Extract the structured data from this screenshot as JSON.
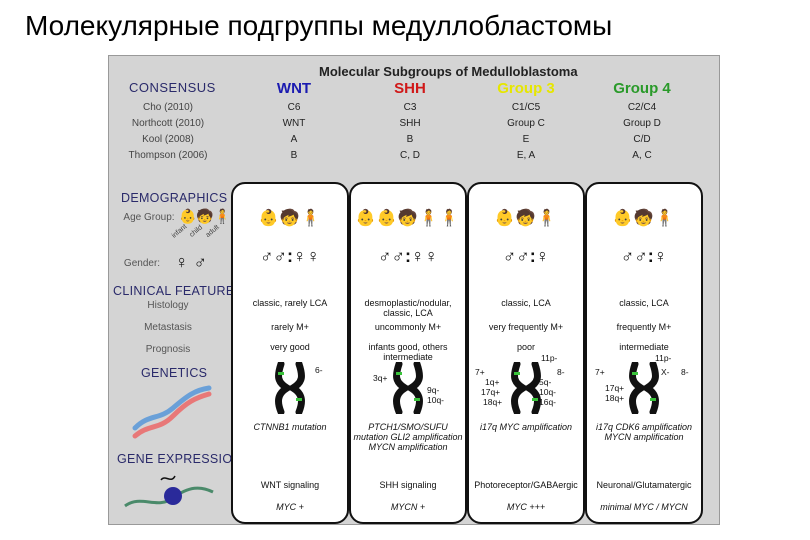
{
  "slide_title": "Молекулярные подгруппы медуллобластомы",
  "figure": {
    "header": "Molecular Subgroups of Medulloblastoma",
    "consensus_label": "CONSENSUS",
    "groups": [
      {
        "name": "WNT",
        "color": "#1a1ab0"
      },
      {
        "name": "SHH",
        "color": "#d01818"
      },
      {
        "name": "Group 3",
        "color": "#e6e600"
      },
      {
        "name": "Group 4",
        "color": "#2a9a2a"
      }
    ],
    "consensus_rows": [
      {
        "label": "Cho (2010)",
        "values": [
          "C6",
          "C3",
          "C1/C5",
          "C2/C4"
        ]
      },
      {
        "label": "Northcott (2010)",
        "values": [
          "WNT",
          "SHH",
          "Group C",
          "Group D"
        ]
      },
      {
        "label": "Kool (2008)",
        "values": [
          "A",
          "B",
          "E",
          "C/D"
        ]
      },
      {
        "label": "Thompson (2006)",
        "values": [
          "B",
          "C, D",
          "E, A",
          "A, C"
        ]
      }
    ],
    "sections": {
      "demographics": "DEMOGRAPHICS",
      "age_group": "Age Group:",
      "age_labels": [
        "infant",
        "child",
        "adult"
      ],
      "gender": "Gender:",
      "clinical": "CLINICAL FEATURES",
      "histology": "Histology",
      "metastasis": "Metastasis",
      "prognosis": "Prognosis",
      "genetics": "GENETICS",
      "expression": "GENE EXPRESSION"
    },
    "gender_legend": "♀ ♂",
    "panels": [
      {
        "age_icons": "👶🧒🧍",
        "gender": "♂♂:♀♀",
        "histology": "classic, rarely LCA",
        "metastasis": "rarely M+",
        "prognosis": "very good",
        "chrom_labels": [
          "6-"
        ],
        "genetics": "CTNNB1 mutation",
        "signaling": "WNT signaling",
        "myc": "MYC +"
      },
      {
        "age_icons": "👶👶🧒🧍🧍",
        "gender": "♂♂:♀♀",
        "histology": "desmoplastic/nodular, classic, LCA",
        "metastasis": "uncommonly M+",
        "prognosis": "infants good, others intermediate",
        "chrom_labels": [
          "3q+",
          "9q-",
          "10q-"
        ],
        "genetics": "PTCH1/SMO/SUFU mutation GLI2 amplification MYCN amplification",
        "signaling": "SHH signaling",
        "myc": "MYCN +"
      },
      {
        "age_icons": "👶🧒🧍",
        "gender": "♂♂:♀",
        "histology": "classic, LCA",
        "metastasis": "very frequently M+",
        "prognosis": "poor",
        "chrom_labels": [
          "11p-",
          "7+",
          "8-",
          "1q+",
          "5q-",
          "17q+",
          "10q-",
          "18q+",
          "16q-"
        ],
        "genetics": "i17q MYC amplification",
        "signaling": "Photoreceptor/GABAergic",
        "myc": "MYC +++"
      },
      {
        "age_icons": "👶🧒🧍",
        "gender": "♂♂:♀",
        "histology": "classic, LCA",
        "metastasis": "frequently M+",
        "prognosis": "intermediate",
        "chrom_labels": [
          "11p-",
          "7+",
          "X-",
          "8-",
          "17q+",
          "18q+"
        ],
        "genetics": "i17q CDK6 amplification MYCN amplification",
        "signaling": "Neuronal/Glutamatergic",
        "myc": "minimal MYC / MYCN"
      }
    ]
  }
}
